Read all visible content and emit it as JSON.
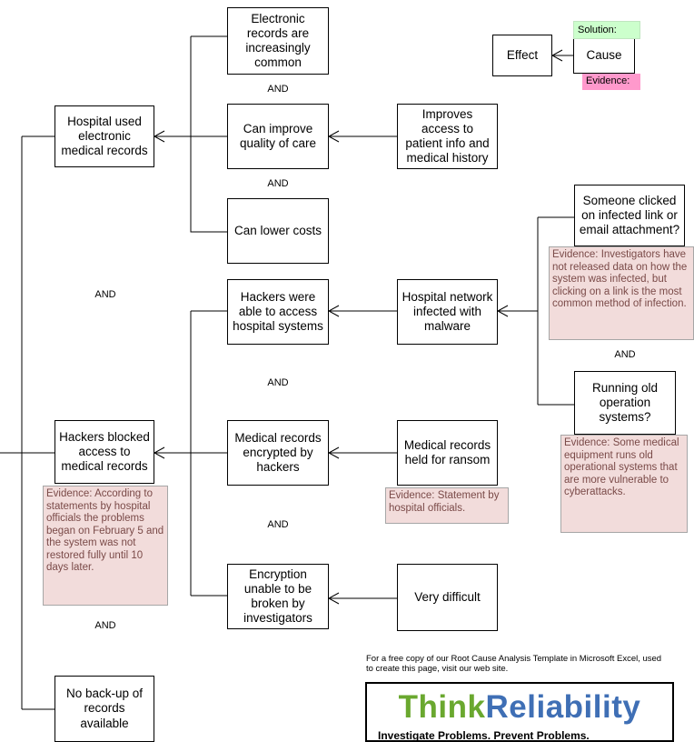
{
  "nodes": {
    "electronic_common": "Electronic records are increasingly common",
    "hospital_used": "Hospital used electronic medical records",
    "improve_quality": "Can improve quality of care",
    "improves_access": "Improves access to patient info and medical history",
    "lower_costs": "Can lower costs",
    "someone_clicked": "Someone clicked on infected link or email attachment?",
    "hackers_access": "Hackers were able to access hospital systems",
    "network_infected": "Hospital network infected with malware",
    "running_old": "Running old operation systems?",
    "hackers_blocked": "Hackers blocked access to medical records",
    "records_encrypted": "Medical records encrypted by hackers",
    "held_ransom": "Medical records held for ransom",
    "encryption_unable": "Encryption unable to be broken by investigators",
    "very_difficult": "Very difficult",
    "no_backup": "No back-up of records available"
  },
  "evidence": {
    "clicked": "Evidence: Investigators have not released data on how the system was infected, but clicking on a link is the most common method of infection.",
    "old_os": "Evidence: Some medical equipment runs old operational systems that are more vulnerable to cyberattacks.",
    "ransom": "Evidence: Statement by  hospital officials.",
    "blocked": "Evidence: According to statements by hospital officials the problems began on February 5 and the system was not restored fully until 10 days later."
  },
  "and_label": "AND",
  "legend": {
    "effect": "Effect",
    "cause": "Cause",
    "solution": "Solution:",
    "evidence": "Evidence:"
  },
  "footer": {
    "note": "For a free copy of our Root Cause Analysis Template in Microsoft Excel, used to create this page, visit our web site.",
    "logo_think": "Think",
    "logo_reliability": "Reliability",
    "tagline": "Investigate Problems. Prevent Problems."
  },
  "colors": {
    "evidence_bg": "#f2dcdb",
    "solution_bg": "#ccffcc",
    "evidence_legend_bg": "#ff99cc",
    "logo_green": "#6aa82f",
    "logo_blue": "#3f6fb5"
  }
}
